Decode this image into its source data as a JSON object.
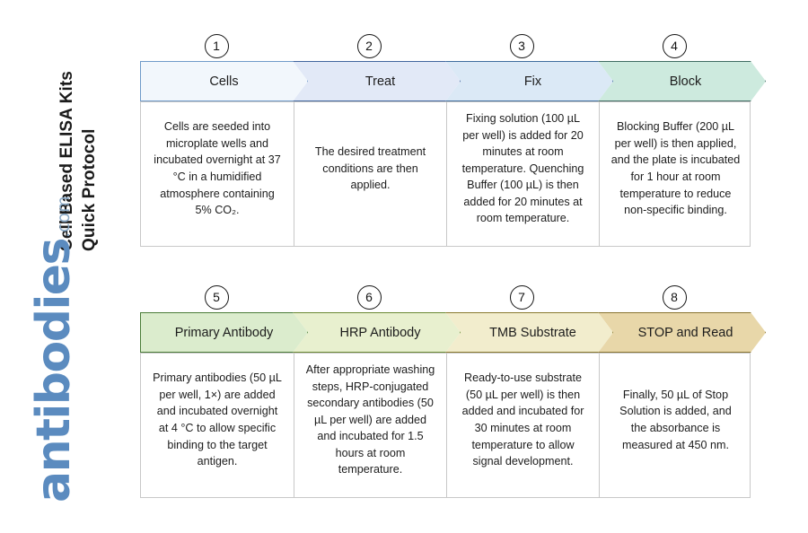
{
  "title": {
    "line1": "Cell Based ELISA Kits",
    "line2": "Quick Protocol"
  },
  "logo": {
    "word": "antibodies",
    "tld": ".com",
    "color": "#5b8bbf"
  },
  "rows": [
    {
      "steps": [
        {
          "number": "1",
          "label": "Cells",
          "fill": "#f2f7fc",
          "border": "#6f9ac9",
          "description": "Cells are seeded into microplate wells and incubated overnight at 37 °C in a humidified atmosphere containing 5% CO₂."
        },
        {
          "number": "2",
          "label": "Treat",
          "fill": "#e2e9f7",
          "border": "#41669e",
          "description": "The desired treatment conditions are then applied."
        },
        {
          "number": "3",
          "label": "Fix",
          "fill": "#dbe9f6",
          "border": "#3f6d9e",
          "description": "Fixing solution (100 µL per well) is added for 20 minutes at room temperature. Quenching Buffer (100 µL) is then added for 20 minutes at room temperature."
        },
        {
          "number": "4",
          "label": "Block",
          "fill": "#cdeade",
          "border": "#3f6b62",
          "description": "Blocking Buffer (200 µL per well) is then applied, and the plate is incubated for 1 hour at room temperature to reduce non-specific binding."
        }
      ]
    },
    {
      "steps": [
        {
          "number": "5",
          "label": "Primary Antibody",
          "fill": "#dbeccd",
          "border": "#4a7c38",
          "description": "Primary antibodies (50 µL per well, 1×) are added and incubated overnight at 4 °C to allow specific binding to the target antigen."
        },
        {
          "number": "6",
          "label": "HRP Antibody",
          "fill": "#e8f0cf",
          "border": "#6b8a34",
          "description": "After appropriate washing steps, HRP-conjugated secondary antibodies (50 µL per well) are added and incubated for 1.5 hours at room temperature."
        },
        {
          "number": "7",
          "label": "TMB Substrate",
          "fill": "#f2edcd",
          "border": "#8a7a2e",
          "description": "Ready-to-use substrate (50 µL per well) is then added and incubated for 30 minutes at room temperature to allow signal development."
        },
        {
          "number": "8",
          "label": "STOP and Read",
          "fill": "#e8d7a9",
          "border": "#8a7530",
          "description": "Finally, 50 µL of Stop Solution is added, and the absorbance is measured at 450 nm."
        }
      ]
    }
  ]
}
